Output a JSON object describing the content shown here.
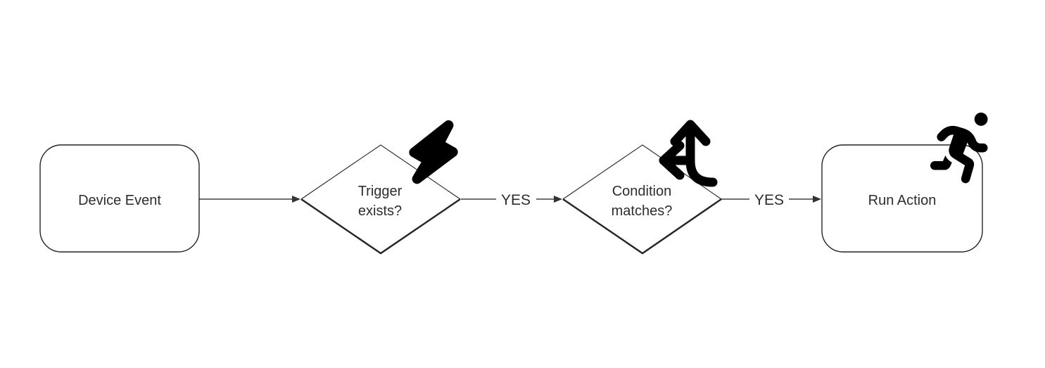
{
  "diagram": {
    "type": "flowchart",
    "background_color": "#ffffff",
    "shape_stroke_color": "#242424",
    "connector_color": "#404040",
    "text_color": "#2d2d2d",
    "icon_color": "#000000",
    "nodes": [
      {
        "id": "device-event",
        "shape": "rounded-rectangle",
        "label": "Device Event"
      },
      {
        "id": "trigger-exists",
        "shape": "decision-diamond",
        "label_line1": "Trigger",
        "label_line2": "exists?",
        "icon": "lightning-bolt-icon"
      },
      {
        "id": "condition-matches",
        "shape": "decision-diamond",
        "label_line1": "Condition",
        "label_line2": "matches?",
        "icon": "directions-fork-icon"
      },
      {
        "id": "run-action",
        "shape": "rounded-rectangle",
        "label": "Run Action",
        "icon": "running-person-icon"
      }
    ],
    "edges": [
      {
        "from": "device-event",
        "to": "trigger-exists",
        "label": ""
      },
      {
        "from": "trigger-exists",
        "to": "condition-matches",
        "label": "YES"
      },
      {
        "from": "condition-matches",
        "to": "run-action",
        "label": "YES"
      }
    ]
  }
}
